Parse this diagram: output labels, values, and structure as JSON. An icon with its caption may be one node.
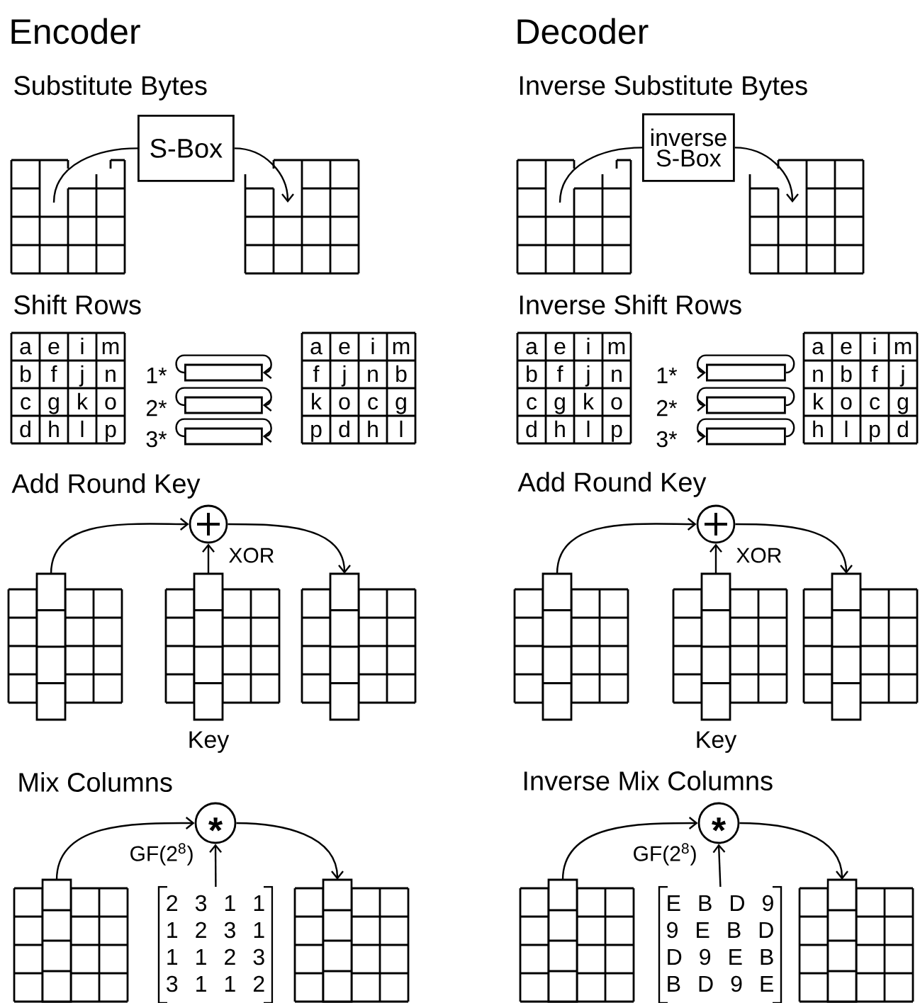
{
  "diagram": {
    "nodes": [
      {
        "text": [],
        "shape": "grid"
      },
      {
        "text": [
          "S-Box"
        ]
      },
      {
        "text": [],
        "shape": "grid"
      },
      {
        "text": [
          "a",
          "e",
          "i",
          "m",
          "b",
          "f",
          "j",
          "n",
          "c",
          "g",
          "k",
          "o",
          "d",
          "h",
          "l",
          "p"
        ]
      },
      {
        "text": [],
        "shape": "bar",
        "beside": [
          "1*"
        ]
      },
      {
        "text": [],
        "shape": "bar",
        "beside": [
          "2*"
        ]
      },
      {
        "text": [],
        "shape": "bar",
        "beside": [
          "3*"
        ]
      },
      {
        "text": [
          "a",
          "e",
          "i",
          "m",
          "f",
          "j",
          "n",
          "b",
          "k",
          "o",
          "c",
          "g",
          "p",
          "d",
          "h",
          "l"
        ]
      },
      {
        "text": [],
        "shape": "grid"
      },
      {
        "text": [],
        "shape": "circle",
        "beside": [
          "XOR"
        ]
      },
      {
        "text": [],
        "shape": "grid",
        "beside": [
          "Key"
        ]
      },
      {
        "text": [],
        "shape": "grid"
      },
      {
        "text": [],
        "shape": "grid"
      },
      {
        "text": [
          "*"
        ],
        "beside": [
          "GF(2$^{8}$)"
        ]
      },
      {
        "text": [
          "2 3 1 1",
          "1 2 3 1",
          "1 1 2 3",
          "3 1 1 2"
        ]
      },
      {
        "text": [],
        "shape": "grid"
      },
      {
        "text": [],
        "shape": "grid"
      },
      {
        "text": [
          "inverse S-Box"
        ]
      },
      {
        "text": [],
        "shape": "grid"
      },
      {
        "text": [
          "a",
          "e",
          "i",
          "m",
          "b",
          "f",
          "j",
          "n",
          "c",
          "g",
          "k",
          "o",
          "d",
          "h",
          "l",
          "p"
        ]
      },
      {
        "text": [],
        "shape": "bar",
        "beside": [
          "1*"
        ]
      },
      {
        "text": [],
        "shape": "bar",
        "beside": [
          "2*"
        ]
      },
      {
        "text": [],
        "shape": "bar",
        "beside": [
          "3*"
        ]
      },
      {
        "text": [
          "a",
          "e",
          "i",
          "m",
          "n",
          "b",
          "f",
          "j",
          "k",
          "o",
          "c",
          "g",
          "h",
          "l",
          "p",
          "d"
        ]
      },
      {
        "text": [],
        "shape": "grid"
      },
      {
        "text": [],
        "shape": "circle",
        "beside": [
          "XOR"
        ]
      },
      {
        "text": [],
        "shape": "grid",
        "beside": [
          "Key"
        ]
      },
      {
        "text": [],
        "shape": "grid"
      },
      {
        "text": [],
        "shape": "grid"
      },
      {
        "text": [
          "*"
        ],
        "beside": [
          "GF(2$^{8}$)"
        ]
      },
      {
        "text": [
          "E B D 9",
          "9 E B D",
          "D 9 E B",
          "B D 9 E"
        ]
      },
      {
        "text": [],
        "shape": "grid"
      }
    ],
    "edges": [
      {
        "from": 0,
        "to": 1,
        "arrow": "none"
      },
      {
        "from": 1,
        "to": 2,
        "arrow": "to"
      },
      {
        "from": 4,
        "to": 4,
        "arrow": "to"
      },
      {
        "from": 5,
        "to": 5,
        "arrow": "to"
      },
      {
        "from": 6,
        "to": 6,
        "arrow": "to"
      },
      {
        "from": 8,
        "to": 9,
        "arrow": "to"
      },
      {
        "from": 10,
        "to": 9,
        "arrow": "to"
      },
      {
        "from": 9,
        "to": 11,
        "arrow": "to"
      },
      {
        "from": 12,
        "to": 13,
        "arrow": "to"
      },
      {
        "from": 14,
        "to": 13,
        "arrow": "to"
      },
      {
        "from": 13,
        "to": 15,
        "arrow": "to"
      },
      {
        "from": 16,
        "to": 17,
        "arrow": "none"
      },
      {
        "from": 17,
        "to": 18,
        "arrow": "to"
      },
      {
        "from": 20,
        "to": 20,
        "arrow": "to"
      },
      {
        "from": 21,
        "to": 21,
        "arrow": "to"
      },
      {
        "from": 22,
        "to": 22,
        "arrow": "to"
      },
      {
        "from": 24,
        "to": 25,
        "arrow": "to"
      },
      {
        "from": 26,
        "to": 25,
        "arrow": "to"
      },
      {
        "from": 25,
        "to": 27,
        "arrow": "to"
      },
      {
        "from": 28,
        "to": 29,
        "arrow": "to"
      },
      {
        "from": 30,
        "to": 29,
        "arrow": "to"
      },
      {
        "from": 29,
        "to": 31,
        "arrow": "to"
      }
    ],
    "labels": [
      "Encoder",
      "Substitute Bytes",
      "Shift Rows",
      "Add Round Key",
      "Mix Columns",
      "Decoder",
      "Inverse Substitute Bytes",
      "Inverse Shift Rows",
      "Add Round Key",
      "Inverse Mix Columns"
    ]
  }
}
